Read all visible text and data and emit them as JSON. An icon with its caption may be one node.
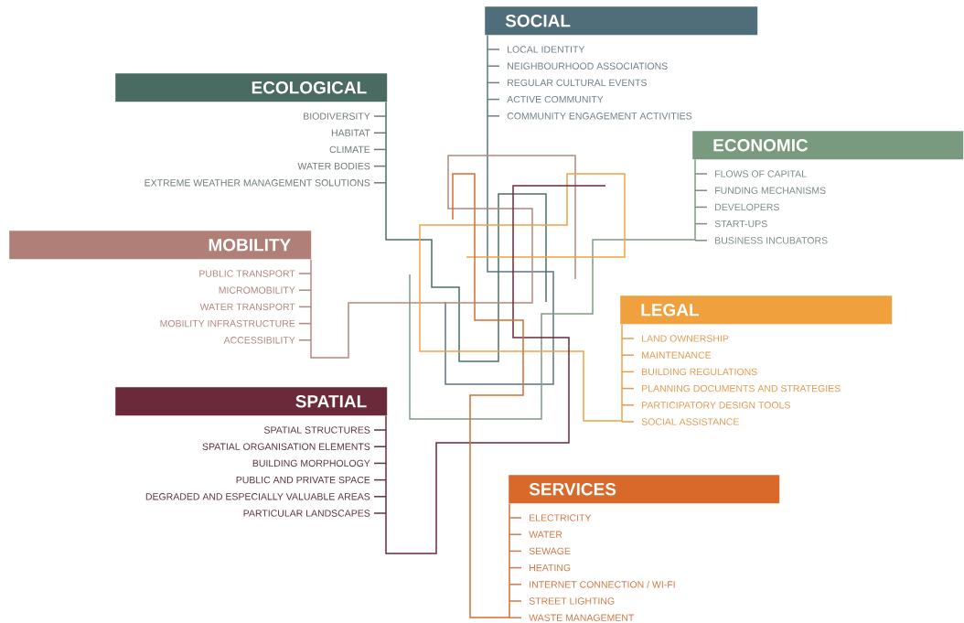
{
  "diagram": {
    "nodes": [
      {
        "text": [
          "SOCIAL"
        ],
        "beside": [
          "LOCAL IDENTITY",
          "NEIGHBOURHOOD ASSOCIATIONS",
          "REGULAR CULTURAL EVENTS",
          "ACTIVE COMMUNITY",
          "COMMUNITY ENGAGEMENT ACTIVITIES"
        ]
      },
      {
        "text": [
          "ECOLOGICAL"
        ],
        "beside": [
          "BIODIVERSITY",
          "HABITAT",
          "CLIMATE",
          "WATER BODIES",
          "EXTREME WEATHER MANAGEMENT SOLUTIONS"
        ]
      },
      {
        "text": [
          "ECONOMIC"
        ],
        "beside": [
          "FLOWS OF CAPITAL",
          "FUNDING MECHANISMS",
          "DEVELOPERS",
          "START-UPS",
          "BUSINESS INCUBATORS"
        ]
      },
      {
        "text": [
          "MOBILITY"
        ],
        "beside": [
          "PUBLIC TRANSPORT",
          "MICROMOBILITY",
          "WATER TRANSPORT",
          "MOBILITY INFRASTRUCTURE",
          "ACCESSIBILITY"
        ]
      },
      {
        "text": [
          "LEGAL"
        ],
        "beside": [
          "LAND OWNERSHIP",
          "MAINTENANCE",
          "BUILDING REGULATIONS",
          "PLANNING DOCUMENTS AND STRATEGIES",
          "PARTICIPATORY DESIGN TOOLS",
          "SOCIAL ASSISTANCE"
        ]
      },
      {
        "text": [
          "SPATIAL"
        ],
        "beside": [
          "SPATIAL STRUCTURES",
          "SPATIAL ORGANISATION ELEMENTS",
          "BUILDING MORPHOLOGY",
          "PUBLIC AND PRIVATE SPACE",
          "DEGRADED AND ESPECIALLY VALUABLE AREAS",
          "PARTICULAR LANDSCAPES"
        ]
      },
      {
        "text": [
          "SERVICES"
        ],
        "beside": [
          "ELECTRICITY",
          "WATER",
          "SEWAGE",
          "HEATING",
          "INTERNET CONNECTION / WI-FI",
          "STREET LIGHTING",
          "WASTE MANAGEMENT"
        ]
      }
    ],
    "edges": [
      {
        "from": 0,
        "to": null,
        "arrow": "none",
        "color": "#5b7583"
      },
      {
        "from": 1,
        "to": null,
        "arrow": "none",
        "color": "#4d6f65"
      },
      {
        "from": 2,
        "to": null,
        "arrow": "none",
        "color": "#7d9c85"
      },
      {
        "from": 3,
        "to": null,
        "arrow": "none",
        "color": "#b48880"
      },
      {
        "from": 4,
        "to": null,
        "arrow": "none",
        "color": "#eea346"
      },
      {
        "from": 5,
        "to": null,
        "arrow": "none",
        "color": "#6a2b3b"
      },
      {
        "from": 6,
        "to": null,
        "arrow": "none",
        "color": "#d86d30"
      }
    ]
  }
}
